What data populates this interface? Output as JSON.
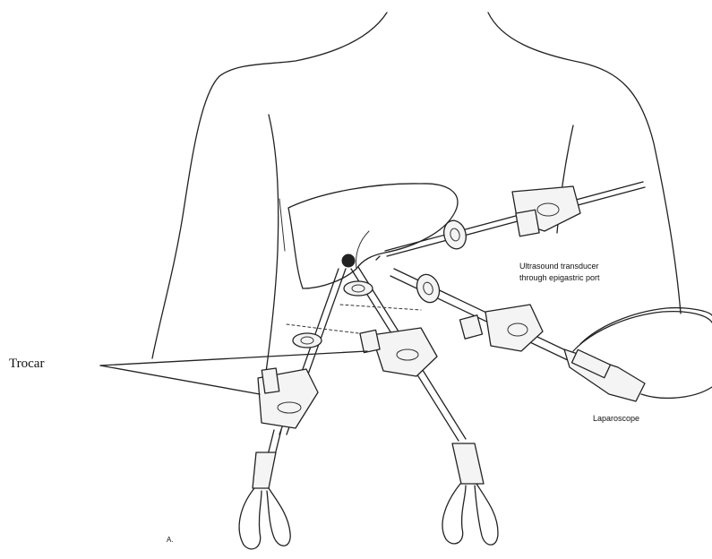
{
  "labels": {
    "trocar": "Trocar",
    "ultrasound_line1": "Ultrasound transducer",
    "ultrasound_line2": "through epigastric port",
    "laparoscope": "Laparoscope",
    "panel": "A."
  },
  "colors": {
    "ink": "#222222",
    "background": "#ffffff"
  }
}
